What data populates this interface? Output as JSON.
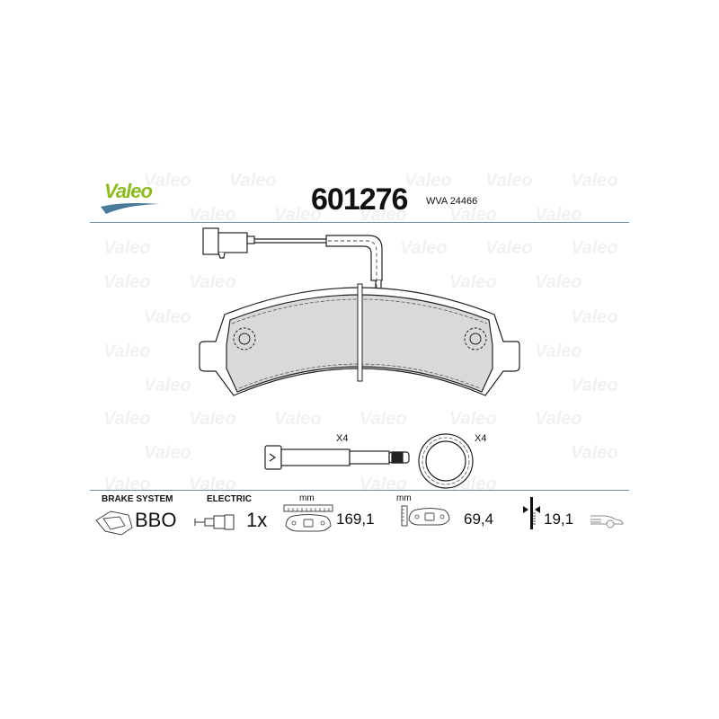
{
  "header": {
    "brand": "Valeo",
    "part_number": "601276",
    "wva": "WVA  24466"
  },
  "accessories": {
    "screw_qty": "X4",
    "ring_qty": "X4"
  },
  "specs": {
    "brake_system_label": "BRAKE SYSTEM",
    "brake_system_value": "BBO",
    "electric_label": "ELECTRIC",
    "electric_value": "1x",
    "width_unit": "mm",
    "width_value": "169,1",
    "height_unit": "mm",
    "height_value": "69,4",
    "thickness_value": "19,1"
  },
  "watermark_text": "Valeo",
  "colors": {
    "brand_green": "#8dbb1e",
    "divider_blue": "#6d8ea8",
    "pad_fill": "#d9d9d9"
  }
}
